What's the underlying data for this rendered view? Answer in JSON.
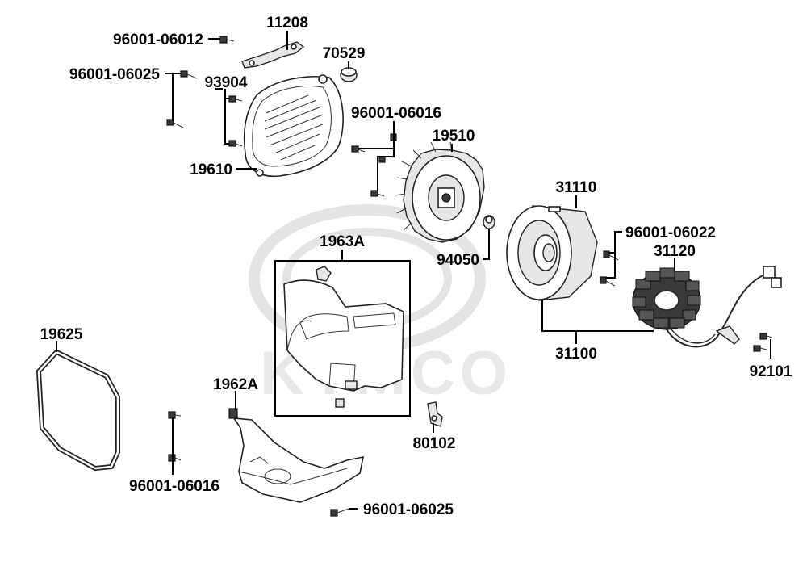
{
  "diagram": {
    "watermark_brand": "KYMCO",
    "part_labels": {
      "p11208": "11208",
      "p96001_06012": "96001-06012",
      "p70529": "70529",
      "p96001_06025_top": "96001-06025",
      "p93904": "93904",
      "p96001_06016_top": "96001-06016",
      "p19510": "19510",
      "p19610": "19610",
      "p31110": "31110",
      "p96001_06022": "96001-06022",
      "p31120": "31120",
      "p1963A": "1963A",
      "p94050": "94050",
      "p19625": "19625",
      "p31100": "31100",
      "p92101": "92101",
      "p1962A": "1962A",
      "p80102": "80102",
      "p96001_06016_bottom": "96001-06016",
      "p96001_06025_bottom": "96001-06025"
    }
  }
}
